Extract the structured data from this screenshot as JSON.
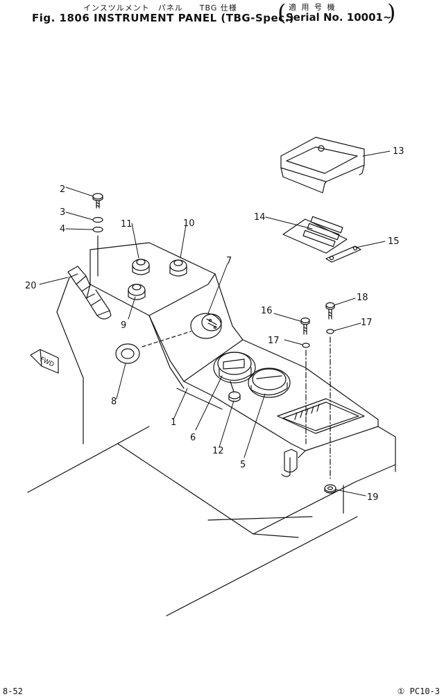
{
  "header": {
    "japanese_title": "インスツルメント　パネル　　TBG 仕様",
    "figure_title": "Fig. 1806   INSTRUMENT  PANEL (TBG-Spec.)",
    "applicability_japanese": "適 用 号 機",
    "serial_range": "Serial  No. 10001~"
  },
  "diagram": {
    "direction_marker": "FWD",
    "callouts": [
      "1",
      "2",
      "3",
      "4",
      "5",
      "6",
      "7",
      "8",
      "9",
      "10",
      "11",
      "12",
      "13",
      "14",
      "15",
      "16",
      "17",
      "17",
      "18",
      "19",
      "20"
    ]
  },
  "footer": {
    "page_number": "8-52",
    "model_ref": "① PC10-3"
  }
}
